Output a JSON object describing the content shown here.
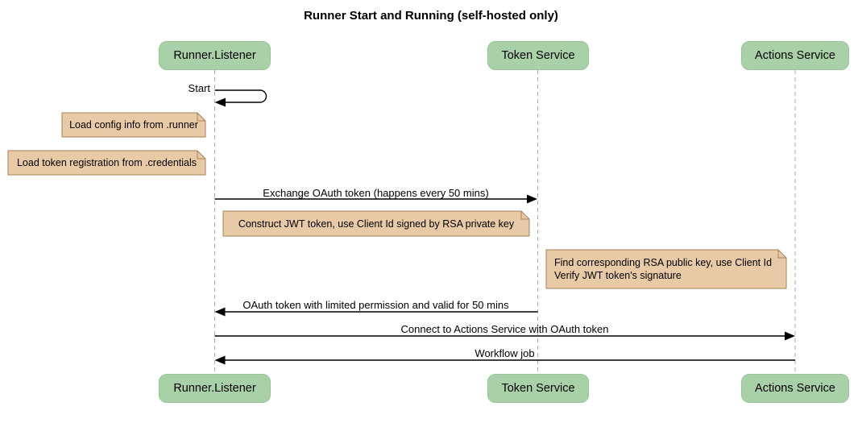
{
  "diagram": {
    "type": "sequence-diagram",
    "title": "Runner Start and Running (self-hosted only)"
  },
  "participants": [
    {
      "id": "runner-listener",
      "label": "Runner.Listener"
    },
    {
      "id": "token-service",
      "label": "Token Service"
    },
    {
      "id": "actions-service",
      "label": "Actions Service"
    }
  ],
  "messages": [
    {
      "from": "Runner.Listener",
      "to": "Runner.Listener",
      "kind": "self",
      "label": "Start"
    },
    {
      "from": "Runner.Listener",
      "to": "Token Service",
      "kind": "solid",
      "label": "Exchange OAuth token (happens every 50 mins)"
    },
    {
      "from": "Token Service",
      "to": "Runner.Listener",
      "kind": "solid",
      "label": "OAuth token with limited permission and valid for 50 mins"
    },
    {
      "from": "Runner.Listener",
      "to": "Actions Service",
      "kind": "solid",
      "label": "Connect to Actions Service with OAuth token"
    },
    {
      "from": "Actions Service",
      "to": "Runner.Listener",
      "kind": "solid",
      "label": "Workflow job"
    }
  ],
  "notes": [
    {
      "position": "left of Runner.Listener",
      "label": "Load config info from .runner"
    },
    {
      "position": "left of Runner.Listener",
      "label": "Load token registration from .credentials"
    },
    {
      "position": "over Runner.Listener and Token Service",
      "label": "Construct JWT token, use Client Id signed by RSA private key"
    },
    {
      "position": "over Token Service and Actions Service",
      "label": "Find corresponding RSA public key, use Client Id\nVerify JWT token's signature"
    }
  ],
  "colors": {
    "participant_fill": "#a8d1a8",
    "note_fill": "#e9caa7",
    "note_border": "#a5815a",
    "lifeline": "#adadad",
    "arrow": "#000000",
    "background": "#ffffff"
  }
}
